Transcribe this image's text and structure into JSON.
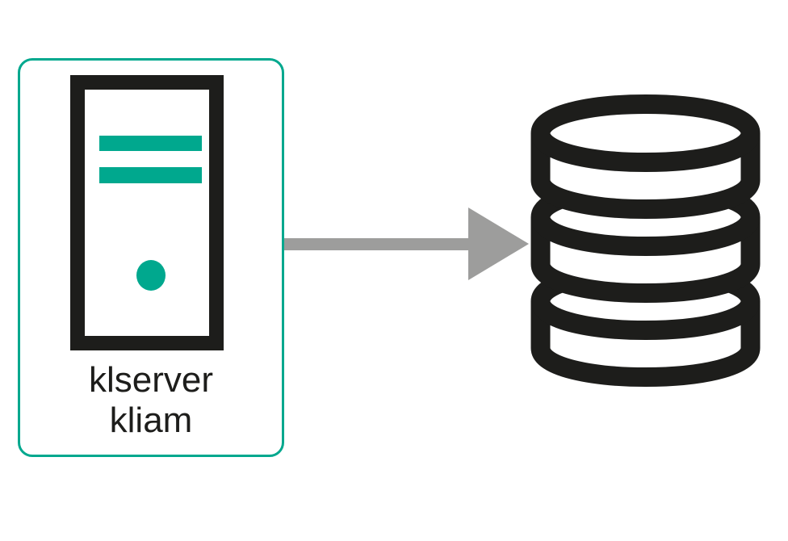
{
  "colors": {
    "accent": "#00A88E",
    "ink": "#1D1D1B",
    "arrow": "#9D9D9C",
    "bg": "#FFFFFF"
  },
  "diagram": {
    "server_node": {
      "label_line1": "klserver",
      "label_line2": "kliam",
      "icon": "server-tower-icon",
      "border_color": "#00A88E",
      "icon_outline_color": "#1D1D1B",
      "icon_accent_color": "#00A88E"
    },
    "connector": {
      "icon": "arrow-right-icon",
      "direction": "right",
      "color": "#9D9D9C"
    },
    "database_node": {
      "icon": "database-icon",
      "color": "#1D1D1B",
      "segments": 3
    }
  }
}
